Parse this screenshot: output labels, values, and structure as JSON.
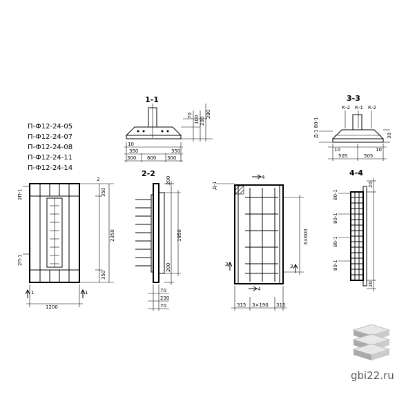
{
  "marks": [
    "П-Ф12-24-05",
    "П-Ф12-24-07",
    "П-Ф12-24-08",
    "П-Ф12-24-11",
    "П-Ф12-24-14"
  ],
  "sections": {
    "s11": "1-1",
    "s22": "2-2",
    "s33": "3-3",
    "s44": "4-4"
  },
  "s11_dims": {
    "d10": "10",
    "d350a": "350",
    "d350b": "350",
    "d300a": "300",
    "d600": "600",
    "d300b": "300",
    "d70": "70",
    "d100": "100",
    "d200": "200",
    "d280": "280"
  },
  "s33_dims": {
    "k2a": "К-2",
    "k1": "К-1",
    "k2b": "К-2",
    "d1": "Д-1",
    "d180": "Д-1 80-1",
    "d10a": "10",
    "d10b": "10",
    "d505a": "505",
    "d505b": "505",
    "d30": "30"
  },
  "plan_dims": {
    "p2": "2",
    "p350a": "350",
    "p2350": "2350",
    "p350b": "350",
    "p1200": "1200",
    "p2p1a": "2П-1",
    "p2p1b": "2П-1",
    "p1": "1",
    "p1b": "1"
  },
  "s22_dims": {
    "d200a": "200",
    "d1950": "1950",
    "d200b": "200",
    "d70a": "70",
    "d230": "230",
    "d70b": "70"
  },
  "s3view_dims": {
    "d1": "Д-1",
    "d4a": "4",
    "d3a": "3",
    "d3600": "3×600",
    "d3b": "3",
    "d4b": "4",
    "d315a": "315",
    "d3x190": "3×190",
    "d315b": "315"
  },
  "s44_dims": {
    "d20a": "20",
    "d80a": "80-1",
    "d80b": "80-1",
    "d80c": "80-1",
    "d80d": "80-1",
    "d20b": "20"
  },
  "brand": "gbi22.ru"
}
